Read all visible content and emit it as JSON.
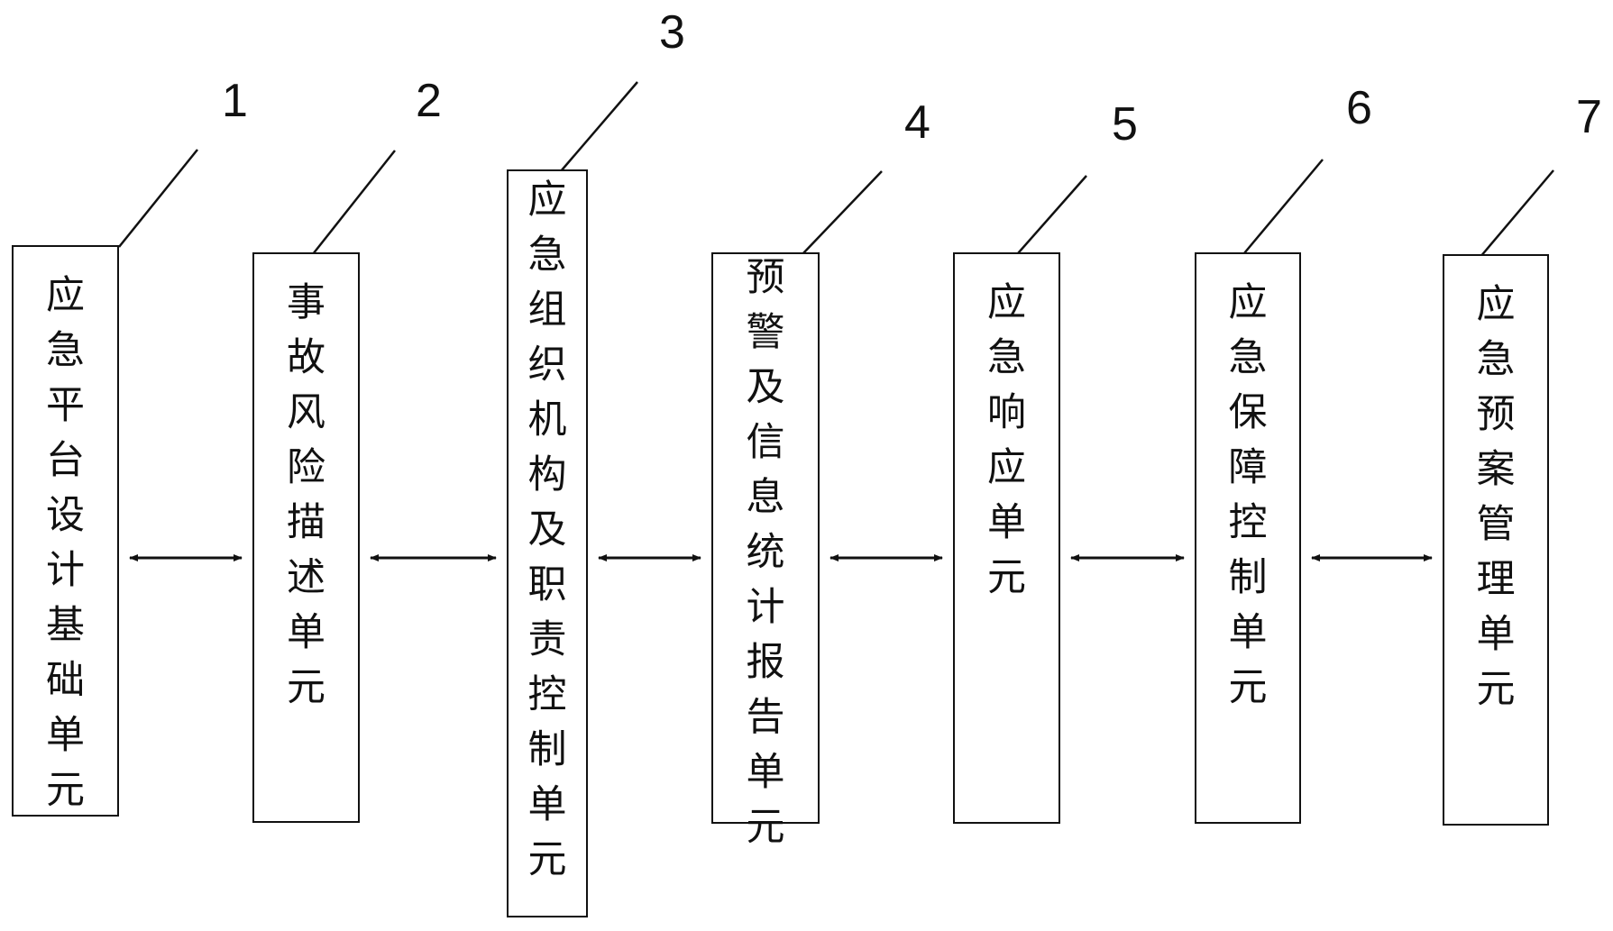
{
  "diagram": {
    "type": "block-diagram",
    "stroke_color": "#111111",
    "units": [
      {
        "id": 1,
        "number": "1",
        "label": "应急平台设计基础单元"
      },
      {
        "id": 2,
        "number": "2",
        "label": "事故风险描述单元"
      },
      {
        "id": 3,
        "number": "3",
        "label": "应急组织机构及职责控制单元"
      },
      {
        "id": 4,
        "number": "4",
        "label": "预警及信息统计报告单元"
      },
      {
        "id": 5,
        "number": "5",
        "label": "应急响应单元"
      },
      {
        "id": 6,
        "number": "6",
        "label": "应急保障控制单元"
      },
      {
        "id": 7,
        "number": "7",
        "label": "应急预案管理单元"
      }
    ],
    "connections": [
      {
        "from": 1,
        "to": 2,
        "direction": "bidirectional"
      },
      {
        "from": 2,
        "to": 3,
        "direction": "bidirectional"
      },
      {
        "from": 3,
        "to": 4,
        "direction": "bidirectional"
      },
      {
        "from": 4,
        "to": 5,
        "direction": "bidirectional"
      },
      {
        "from": 5,
        "to": 6,
        "direction": "bidirectional"
      },
      {
        "from": 6,
        "to": 7,
        "direction": "bidirectional"
      }
    ]
  }
}
